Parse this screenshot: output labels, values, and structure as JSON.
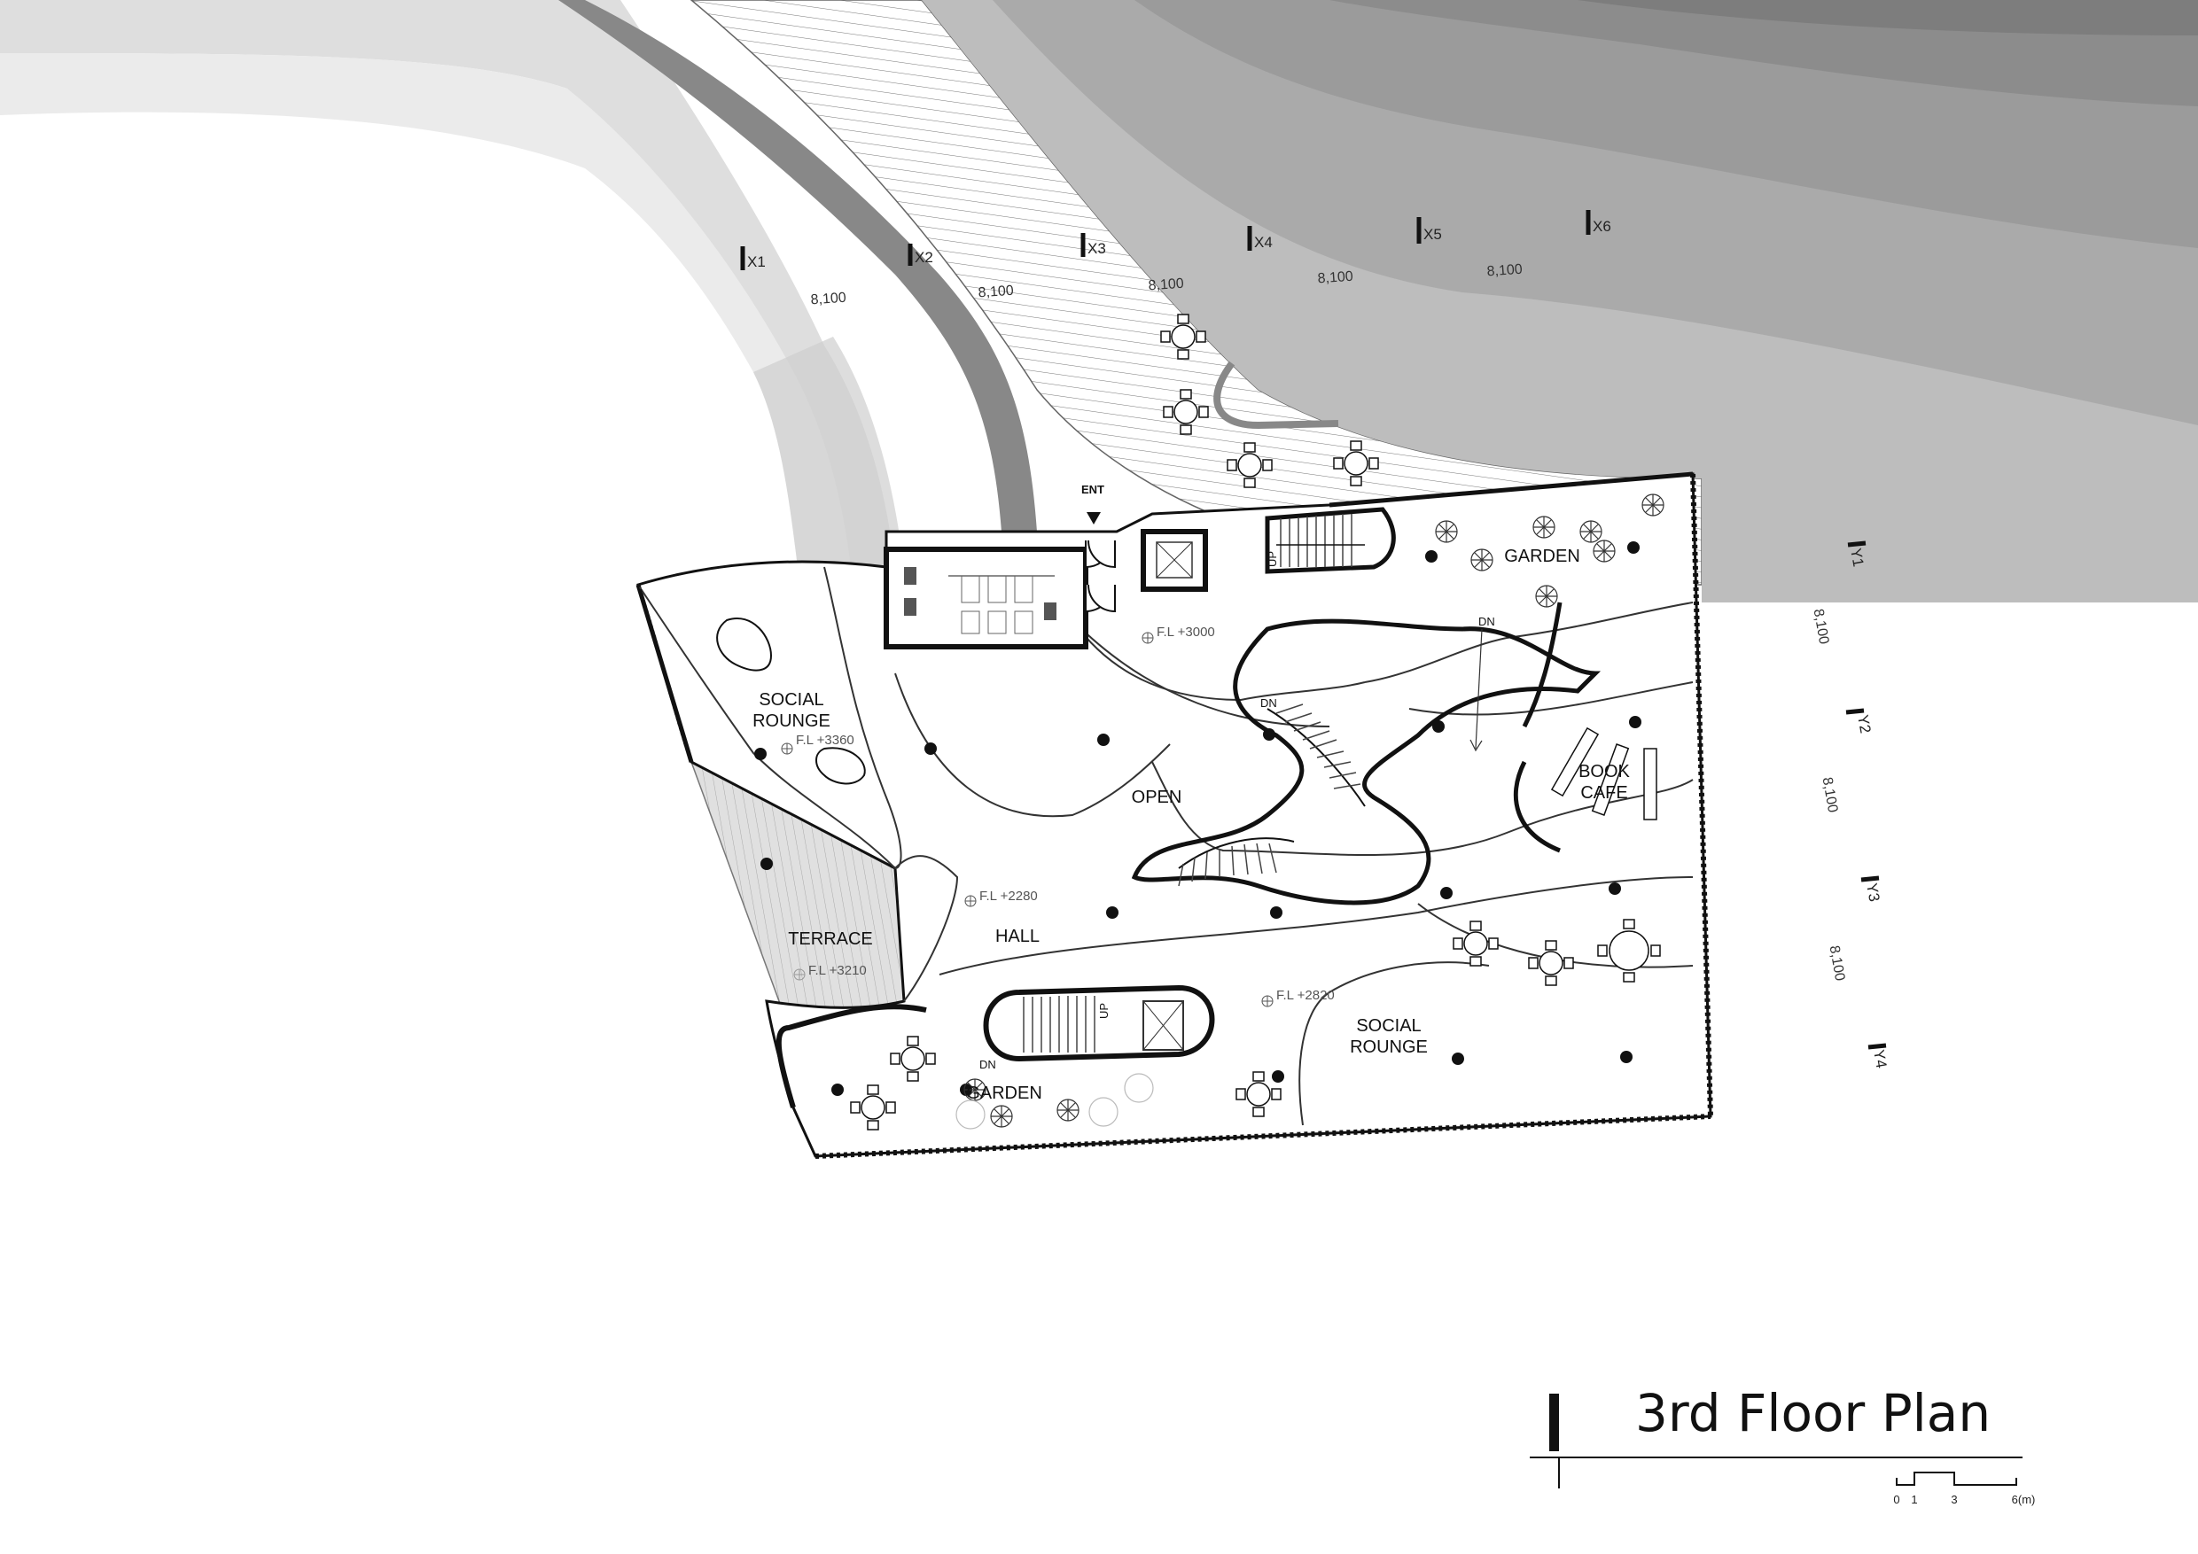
{
  "title": "3rd Floor Plan",
  "rooms": {
    "social_lounge_west": [
      "SOCIAL",
      "ROUNGE"
    ],
    "social_lounge_south": [
      "SOCIAL",
      "ROUNGE"
    ],
    "open": "OPEN",
    "hall": "HALL",
    "terrace": "TERRACE",
    "garden_north": "GARDEN",
    "garden_south": "GARDEN",
    "book_cafe": [
      "BOOK",
      "CAFE"
    ]
  },
  "markers": {
    "entrance": "ENT",
    "up_north": "UP",
    "up_south": "UP",
    "dn_stair": "DN",
    "dn_ramp": "DN",
    "dn_south": "DN"
  },
  "levels": {
    "lounge": "F.L +3360",
    "entry": "F.L +3000",
    "hall": "F.L +2280",
    "terrace": "F.L +3210",
    "south_lounge": "F.L +2820"
  },
  "grid_x": [
    "X1",
    "X2",
    "X3",
    "X4",
    "X5",
    "X6"
  ],
  "grid_y": [
    "Y1",
    "Y2",
    "Y3",
    "Y4"
  ],
  "grid_x_dims": [
    "8,100",
    "8,100",
    "8,100",
    "8,100",
    "8,100"
  ],
  "grid_y_dims": [
    "8,100",
    "8,100",
    "8,100"
  ],
  "scale_bar": {
    "ticks": [
      "0",
      "1",
      "3",
      "6(m)"
    ]
  }
}
